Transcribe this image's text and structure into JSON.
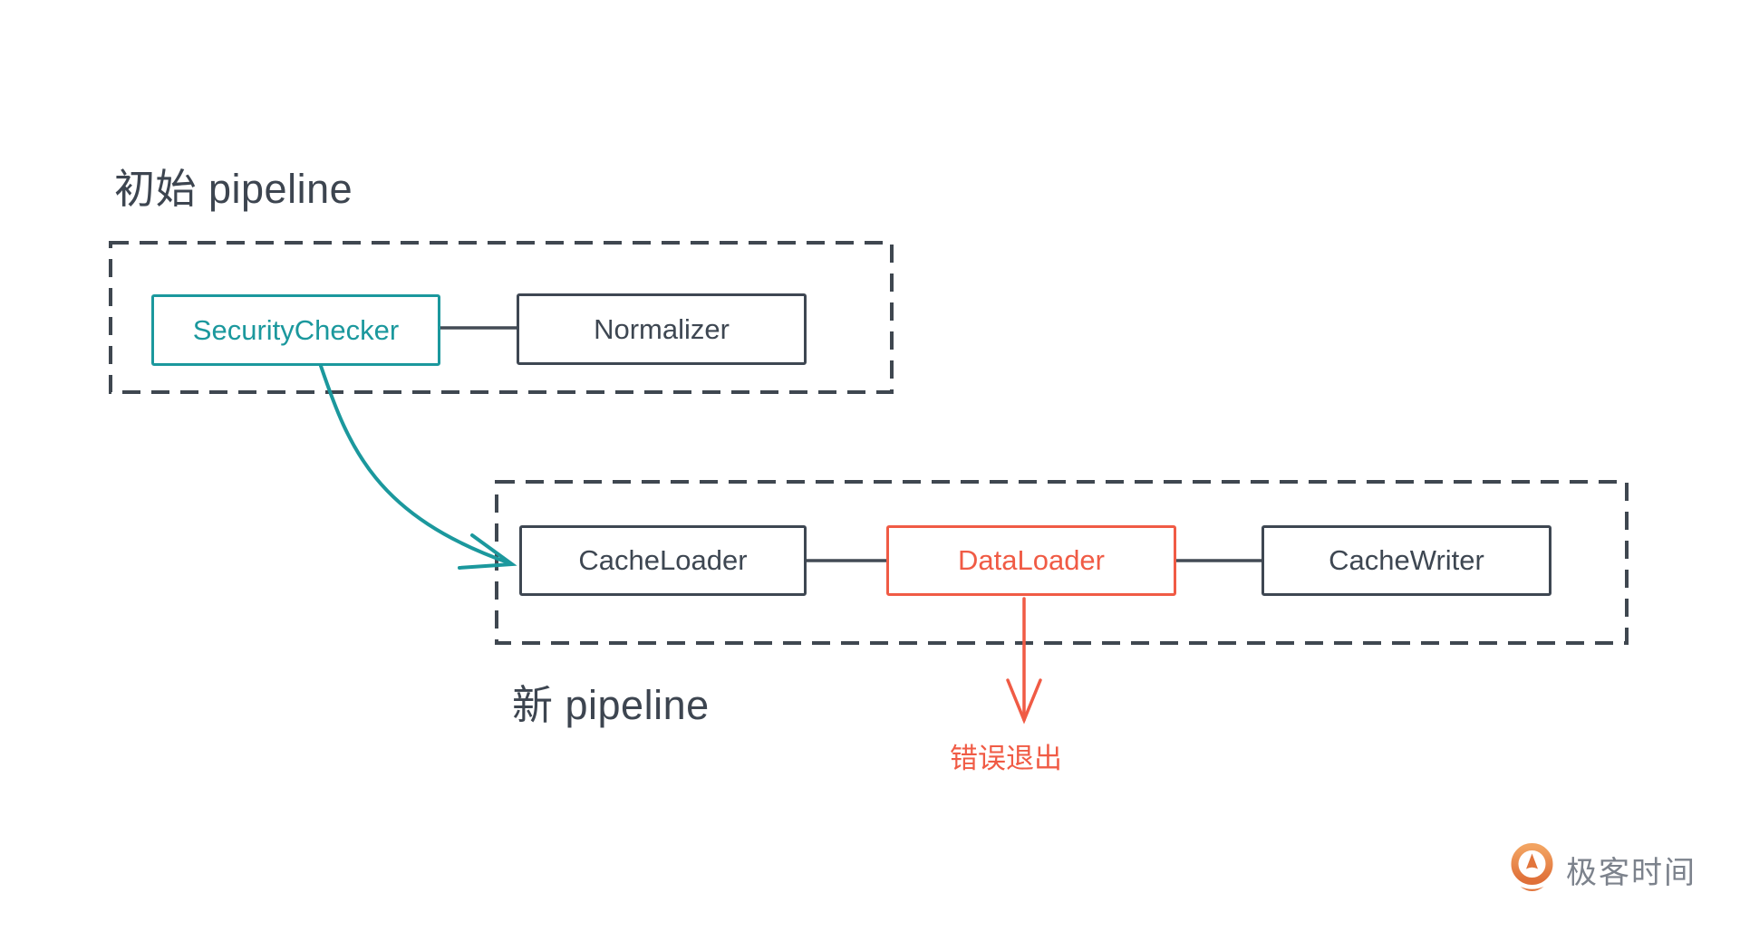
{
  "pipeline_initial": {
    "title": "初始 pipeline",
    "nodes": {
      "security_checker": {
        "label": "SecurityChecker"
      },
      "normalizer": {
        "label": "Normalizer"
      }
    }
  },
  "pipeline_new": {
    "title": "新 pipeline",
    "nodes": {
      "cache_loader": {
        "label": "CacheLoader"
      },
      "data_loader": {
        "label": "DataLoader"
      },
      "cache_writer": {
        "label": "CacheWriter"
      }
    }
  },
  "annotations": {
    "error_exit": "错误退出"
  },
  "branding": {
    "logo_text": "极客时间"
  },
  "colors": {
    "ink": "#3e4752",
    "dashed_border": "#3f4750",
    "teal_accent": "#1b989d",
    "coral_accent": "#f05b45",
    "logo_orange_light": "#f2a361",
    "logo_orange_dark": "#df6f38",
    "logo_text_gray": "#7c828c",
    "background": "#ffffff"
  }
}
